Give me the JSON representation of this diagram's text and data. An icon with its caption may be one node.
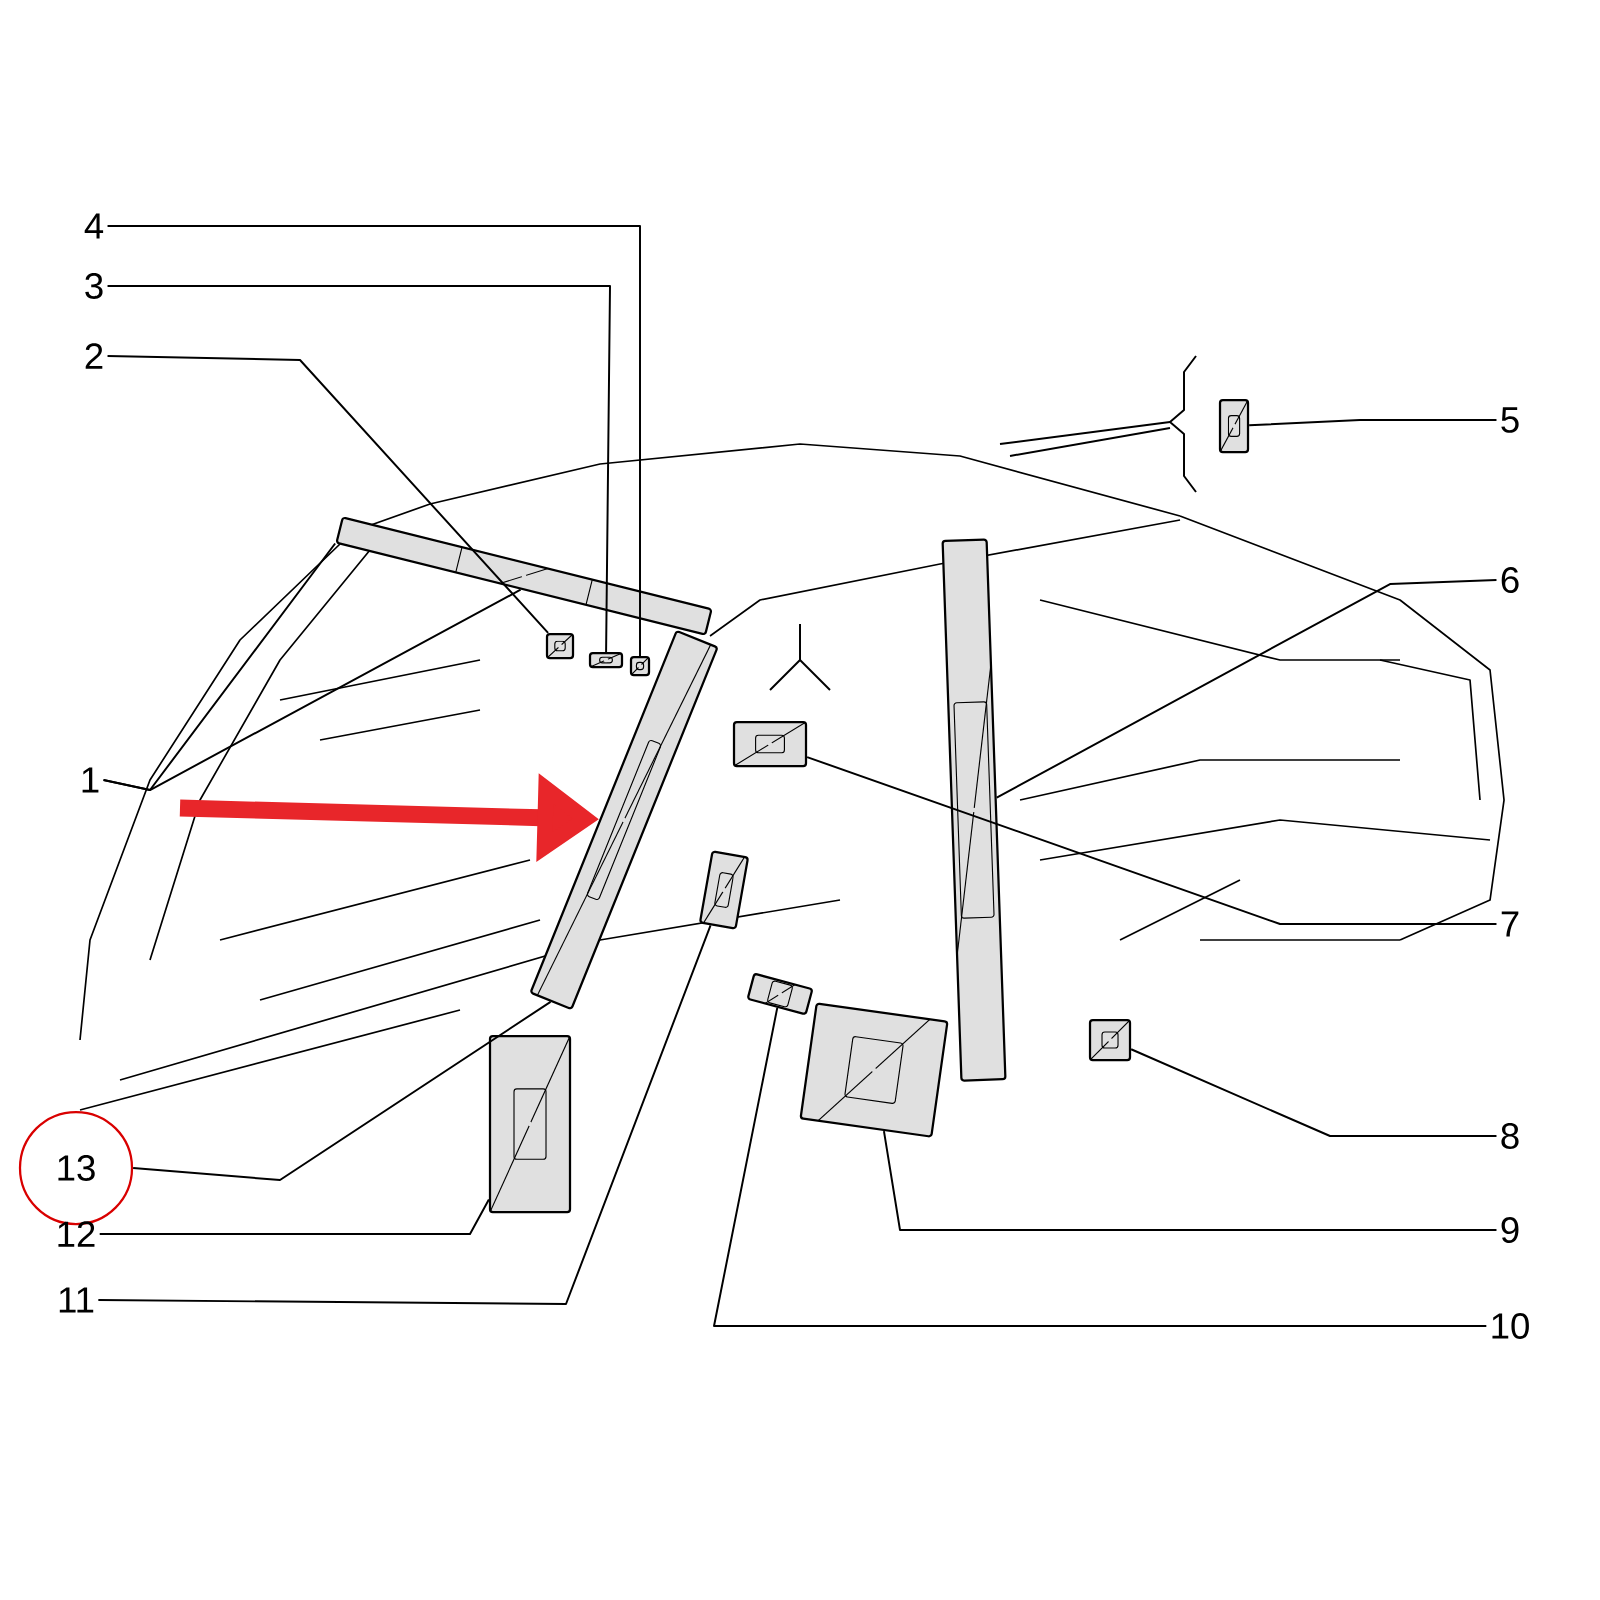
{
  "diagram": {
    "nodes": [
      {
        "text": [
          "4"
        ]
      },
      {
        "text": [
          "3"
        ]
      },
      {
        "text": [
          "2"
        ]
      },
      {
        "text": [
          "5"
        ]
      },
      {
        "text": [
          "6"
        ]
      },
      {
        "text": [
          "1"
        ]
      },
      {
        "text": [
          "7"
        ]
      },
      {
        "text": [
          "8"
        ]
      },
      {
        "text": [
          "13"
        ]
      },
      {
        "text": [
          "12"
        ]
      },
      {
        "text": [
          "9"
        ]
      },
      {
        "text": [
          "11"
        ]
      },
      {
        "text": [
          "10"
        ]
      },
      {
        "text": [],
        "shape": "picture"
      },
      {
        "text": [],
        "shape": "picture"
      },
      {
        "text": [],
        "shape": "picture"
      },
      {
        "text": [],
        "shape": "picture"
      },
      {
        "text": [],
        "shape": "picture"
      },
      {
        "text": [],
        "shape": "picture"
      },
      {
        "text": [],
        "shape": "picture"
      },
      {
        "text": [],
        "shape": "picture"
      },
      {
        "text": [],
        "shape": "picture"
      },
      {
        "text": [],
        "shape": "picture"
      },
      {
        "text": [],
        "shape": "picture"
      },
      {
        "text": [],
        "shape": "picture"
      },
      {
        "text": [],
        "shape": "picture"
      }
    ],
    "edges": [
      {
        "from": 0,
        "to": 16,
        "arrow": "none"
      },
      {
        "from": 1,
        "to": 15,
        "arrow": "none"
      },
      {
        "from": 2,
        "to": 14,
        "arrow": "none"
      },
      {
        "from": 3,
        "to": 17,
        "arrow": "none"
      },
      {
        "from": 4,
        "to": 18,
        "arrow": "none"
      },
      {
        "from": 5,
        "to": 13,
        "arrow": "none"
      },
      {
        "from": 5,
        "to": 13,
        "arrow": "none"
      },
      {
        "from": 6,
        "to": 19,
        "arrow": "none"
      },
      {
        "from": 7,
        "to": 20,
        "arrow": "none"
      },
      {
        "from": 8,
        "to": 25,
        "arrow": "none"
      },
      {
        "from": 9,
        "to": 24,
        "arrow": "none"
      },
      {
        "from": 10,
        "to": 21,
        "arrow": "none"
      },
      {
        "from": 11,
        "to": 23,
        "arrow": "none"
      },
      {
        "from": 12,
        "to": 22,
        "arrow": "none"
      },
      {
        "from": null,
        "to": 25,
        "arrow": "to",
        "style": "thick",
        "color": "#e8262a"
      }
    ]
  }
}
